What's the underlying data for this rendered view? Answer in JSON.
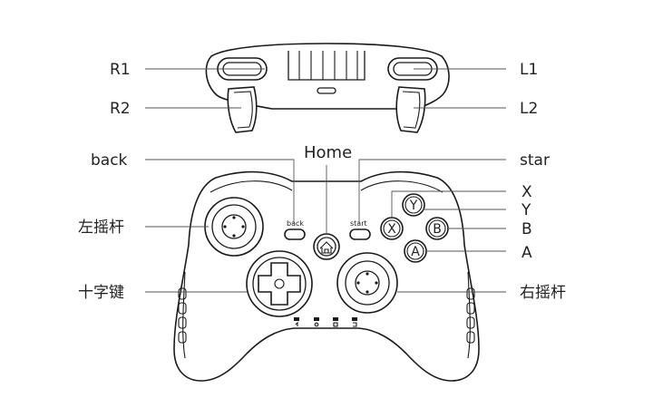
{
  "labels": {
    "r1": "R1",
    "r2": "R2",
    "l1": "L1",
    "l2": "L2",
    "back": "back",
    "home": "Home",
    "star": "star",
    "x": "X",
    "y": "Y",
    "b": "B",
    "a": "A",
    "left_stick": "左摇杆",
    "dpad": "十字键",
    "right_stick": "右摇杆"
  },
  "controller": {
    "back_text": "back",
    "start_text": "start",
    "btn_x": "X",
    "btn_y": "Y",
    "btn_b": "B",
    "btn_a": "A"
  },
  "colors": {
    "outline": "#1a1a1a",
    "leader": "#555555",
    "text": "#222222"
  }
}
